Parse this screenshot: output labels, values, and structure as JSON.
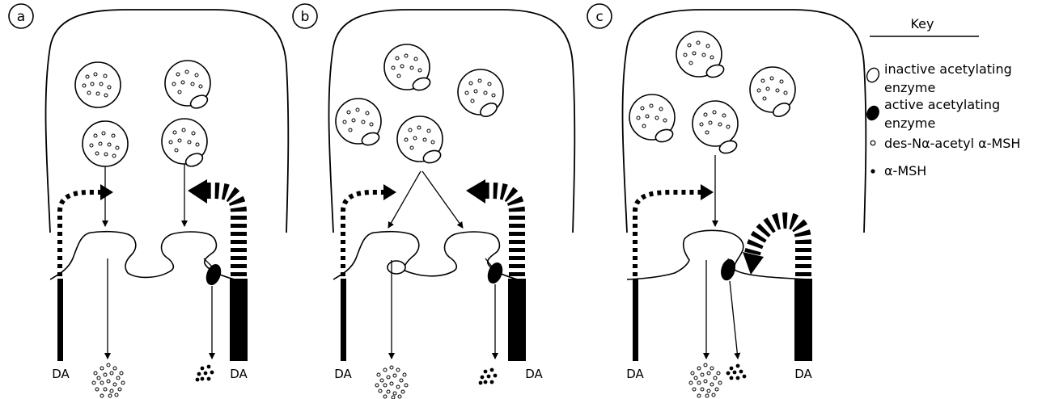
{
  "panels": [
    {
      "letter": "a",
      "da_left": "DA",
      "da_right": "DA"
    },
    {
      "letter": "b",
      "da_left": "DA",
      "da_right": "DA"
    },
    {
      "letter": "c",
      "da_left": "DA",
      "da_right": "DA"
    }
  ],
  "key": {
    "title": "Key",
    "items": [
      {
        "symbol": "open-ellipse-icon",
        "lines": [
          "inactive acetylating",
          "enzyme"
        ]
      },
      {
        "symbol": "filled-ellipse-icon",
        "lines": [
          "active acetylating",
          "enzyme"
        ]
      },
      {
        "symbol": "open-dot-icon",
        "lines": [
          "des-Nα-acetyl α-MSH"
        ]
      },
      {
        "symbol": "filled-dot-icon",
        "lines": [
          "α-MSH"
        ]
      }
    ]
  },
  "colors": {
    "ink": "#000000",
    "paper": "#ffffff"
  }
}
